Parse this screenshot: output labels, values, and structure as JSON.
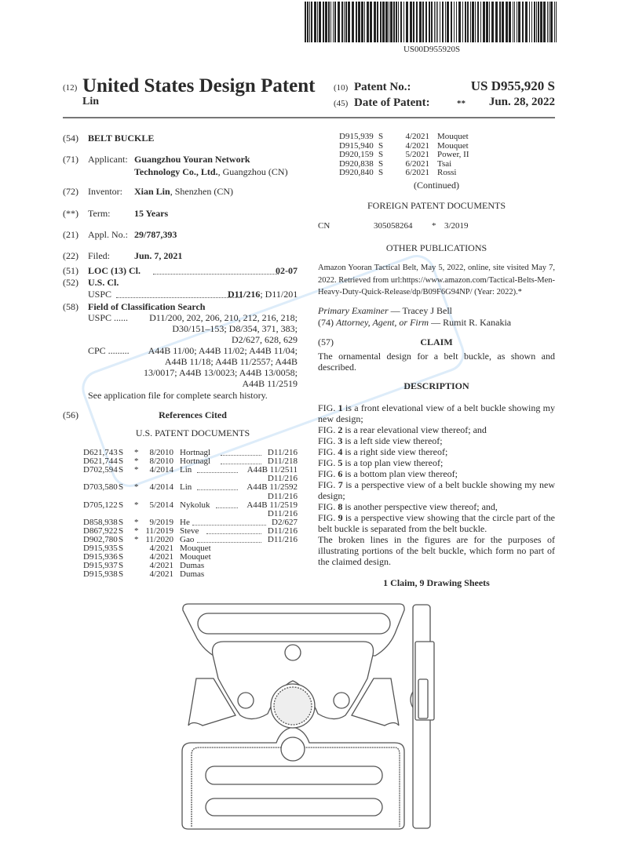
{
  "barcode": {
    "text": "US00D955920S"
  },
  "header": {
    "code12": "(12)",
    "title": "United States Design Patent",
    "inventor_surname": "Lin",
    "code10": "(10)",
    "patent_no_label": "Patent No.:",
    "patent_no": "US D955,920 S",
    "code45": "(45)",
    "date_label": "Date of Patent:",
    "date_marker": "**",
    "date": "Jun. 28, 2022"
  },
  "left": {
    "f54": {
      "code": "(54)",
      "value": "BELT BUCKLE"
    },
    "f71": {
      "code": "(71)",
      "label": "Applicant:",
      "line1": "Guangzhou Youran Network",
      "line2_bold": "Technology Co., Ltd.",
      "line2_rest": ", Guangzhou (CN)"
    },
    "f72": {
      "code": "(72)",
      "label": "Inventor:",
      "bold": "Xian Lin",
      "rest": ", Shenzhen (CN)"
    },
    "term": {
      "code": "(**)",
      "label": "Term:",
      "value": "15 Years"
    },
    "f21": {
      "code": "(21)",
      "label": "Appl. No.:",
      "value": "29/787,393"
    },
    "f22": {
      "code": "(22)",
      "label": "Filed:",
      "value": "Jun. 7, 2021"
    },
    "f51": {
      "code": "(51)",
      "label": "LOC (13) Cl.",
      "value": "02-07"
    },
    "f52": {
      "code": "(52)",
      "label": "U.S. Cl.",
      "uspc_label": "USPC",
      "bold": "D11/216",
      "rest": "; D11/201"
    },
    "f58": {
      "code": "(58)",
      "label": "Field of Classification Search",
      "uspc_label": "USPC ......",
      "uspc_lines": [
        "D11/200, 202, 206, 210, 212, 216, 218;",
        "D30/151–153; D8/354, 371, 383;",
        "D2/627, 628, 629"
      ],
      "cpc_label": "CPC .........",
      "cpc_lines": [
        "A44B 11/00; A44B 11/02; A44B 11/04;",
        "A44B 11/18; A44B 11/2557; A44B",
        "13/0017; A44B 13/0023; A44B 13/0058;",
        "A44B 11/2519"
      ],
      "note": "See application file for complete search history."
    },
    "f56": {
      "code": "(56)",
      "label": "References Cited"
    },
    "us_docs_heading": "U.S. PATENT DOCUMENTS",
    "us_refs": [
      {
        "num": "D621,743",
        "kind": "S",
        "star": "*",
        "date": "8/2010",
        "name": "Hortnagl",
        "cls": "D11/216"
      },
      {
        "num": "D621,744",
        "kind": "S",
        "star": "*",
        "date": "8/2010",
        "name": "Hortnagl",
        "cls": "D11/218"
      },
      {
        "num": "D702,594",
        "kind": "S",
        "star": "*",
        "date": "4/2014",
        "name": "Lin",
        "cls": "A44B 11/2511",
        "cls2": "D11/216"
      },
      {
        "num": "D703,580",
        "kind": "S",
        "star": "*",
        "date": "4/2014",
        "name": "Lin",
        "cls": "A44B 11/2592",
        "cls2": "D11/216"
      },
      {
        "num": "D705,122",
        "kind": "S",
        "star": "*",
        "date": "5/2014",
        "name": "Nykoluk",
        "cls": "A44B 11/2519",
        "cls2": "D11/216"
      },
      {
        "num": "D858,938",
        "kind": "S",
        "star": "*",
        "date": "9/2019",
        "name": "He",
        "cls": "D2/627"
      },
      {
        "num": "D867,922",
        "kind": "S",
        "star": "*",
        "date": "11/2019",
        "name": "Steve",
        "cls": "D11/216"
      },
      {
        "num": "D902,780",
        "kind": "S",
        "star": "*",
        "date": "11/2020",
        "name": "Gao",
        "cls": "D11/216"
      },
      {
        "num": "D915,935",
        "kind": "S",
        "date": "4/2021",
        "name": "Mouquet"
      },
      {
        "num": "D915,936",
        "kind": "S",
        "date": "4/2021",
        "name": "Mouquet"
      },
      {
        "num": "D915,937",
        "kind": "S",
        "date": "4/2021",
        "name": "Dumas"
      },
      {
        "num": "D915,938",
        "kind": "S",
        "date": "4/2021",
        "name": "Dumas"
      }
    ]
  },
  "right": {
    "us_refs": [
      {
        "num": "D915,939",
        "kind": "S",
        "date": "4/2021",
        "name": "Mouquet"
      },
      {
        "num": "D915,940",
        "kind": "S",
        "date": "4/2021",
        "name": "Mouquet"
      },
      {
        "num": "D920,159",
        "kind": "S",
        "date": "5/2021",
        "name": "Power, II"
      },
      {
        "num": "D920,838",
        "kind": "S",
        "date": "6/2021",
        "name": "Tsai"
      },
      {
        "num": "D920,840",
        "kind": "S",
        "date": "6/2021",
        "name": "Rossi"
      }
    ],
    "continued": "(Continued)",
    "foreign_heading": "FOREIGN PATENT DOCUMENTS",
    "foreign": {
      "country": "CN",
      "num": "305058264",
      "star": "*",
      "date": "3/2019"
    },
    "other_heading": "OTHER PUBLICATIONS",
    "other_text": "Amazon Yooran Tactical Belt, May 5, 2022, online, site visited May 7, 2022. Retrieved from url:https://www.amazon.com/Tactical-Belts-Men-Heavy-Duty-Quick-Release/dp/B09F6G94NP/ (Year: 2022).*",
    "examiner_label": "Primary Examiner",
    "examiner": " — Tracey J Bell",
    "attorney_code": "(74)",
    "attorney_label": "Attorney, Agent, or Firm",
    "attorney": " — Rumit R. Kanakia",
    "claim_code": "(57)",
    "claim_heading": "CLAIM",
    "claim_text": "The ornamental design for a belt buckle, as shown and described.",
    "description_heading": "DESCRIPTION",
    "figs": [
      {
        "n": "1",
        "text": " is a front elevational view of a belt buckle showing my new design;"
      },
      {
        "n": "2",
        "text": " is a rear elevational view thereof; and"
      },
      {
        "n": "3",
        "text": " is a left side view thereof;"
      },
      {
        "n": "4",
        "text": " is a right side view thereof;"
      },
      {
        "n": "5",
        "text": " is a top plan view thereof;"
      },
      {
        "n": "6",
        "text": " is a bottom plan view thereof;"
      },
      {
        "n": "7",
        "text": " is a perspective view of a belt buckle showing my new design;"
      },
      {
        "n": "8",
        "text": " is another perspective view thereof; and,"
      },
      {
        "n": "9",
        "text": " is a perspective view showing that the circle part of the belt buckle is separated from the belt buckle."
      }
    ],
    "fig_prefix": "FIG.",
    "broken_lines_note": "The broken lines in the figures are for the purposes of illustrating portions of the belt buckle, which form no part of the claimed design.",
    "summary": "1 Claim, 9 Drawing Sheets"
  }
}
